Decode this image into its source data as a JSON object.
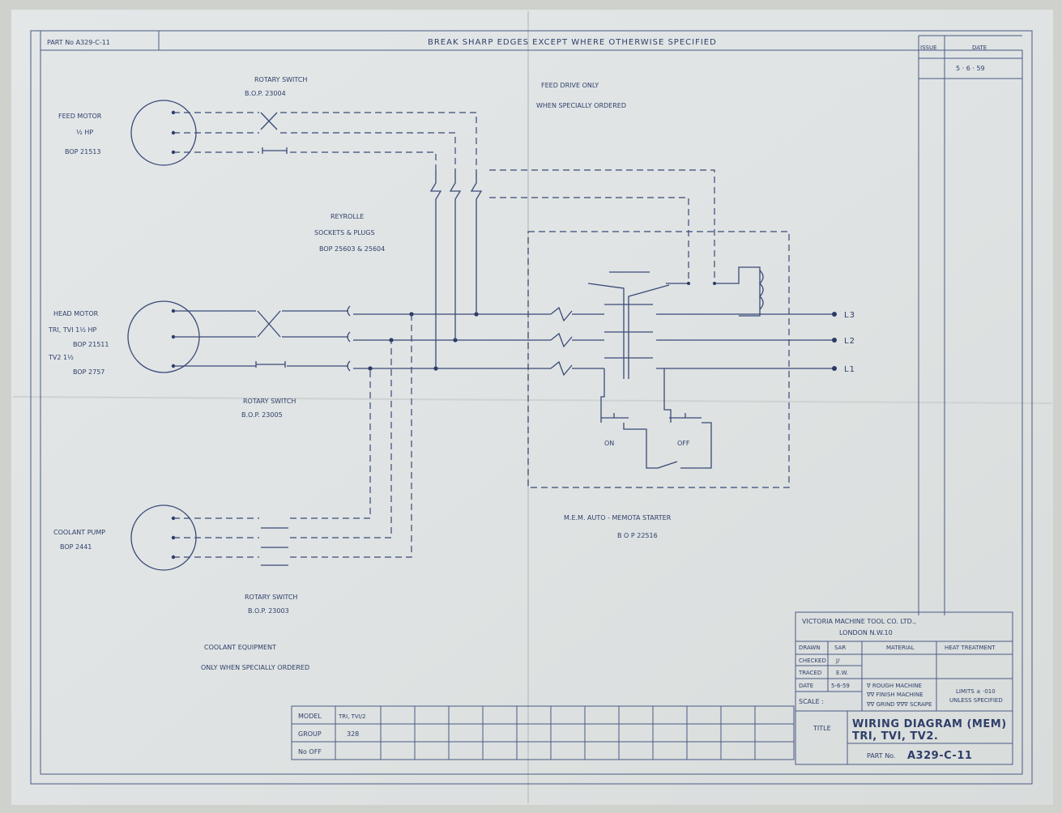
{
  "sheet": {
    "part_no_top": "PART No A329-C-11",
    "note_top": "BREAK SHARP EDGES EXCEPT WHERE OTHERWISE SPECIFIED",
    "issue_header": "ISSUE",
    "date_header": "DATE",
    "issue_date": "5 · 6 · 59"
  },
  "labels": {
    "feed_motor": "FEED MOTOR",
    "feed_motor_hp": "½ HP",
    "feed_motor_part": "BOP 21513",
    "rotary1_title": "ROTARY SWITCH",
    "rotary1_part": "B.O.P. 23004",
    "feed_drive_1": "FEED DRIVE ONLY",
    "feed_drive_2": "WHEN SPECIALLY ORDERED",
    "reyrolle_1": "REYROLLE",
    "reyrolle_2": "SOCKETS & PLUGS",
    "reyrolle_3": "BOP 25603 & 25604",
    "head_motor": "HEAD MOTOR",
    "head_motor_1": "TRI, TVI 1½ HP",
    "head_motor_1_part": "BOP 21511",
    "head_motor_2": "TV2 1½",
    "head_motor_2_part": "BOP 2757",
    "rotary2_title": "ROTARY SWITCH",
    "rotary2_part": "B.O.P. 23005",
    "line_l3": "L3",
    "line_l2": "L2",
    "line_l1": "L1",
    "on": "ON",
    "off": "OFF",
    "starter_1": "M.E.M. AUTO - MEMOTA STARTER",
    "starter_2": "B O P 22516",
    "coolant_pump": "COOLANT PUMP",
    "coolant_pump_part": "BOP 2441",
    "rotary3_title": "ROTARY SWITCH",
    "rotary3_part": "B.O.P. 23003",
    "coolant_eq_1": "COOLANT EQUIPMENT",
    "coolant_eq_2": "ONLY WHEN SPECIALLY ORDERED"
  },
  "title_block": {
    "company_1": "VICTORIA MACHINE TOOL CO. LTD.,",
    "company_2": "LONDON N.W.10",
    "drawn_label": "DRAWN",
    "drawn_value": "SAR",
    "checked_label": "CHECKED",
    "checked_value": "J/",
    "traced_label": "TRACED",
    "traced_value": "E.W.",
    "date_label": "DATE",
    "date_value": "5-6-59",
    "scale_label": "SCALE :",
    "material": "MATERIAL",
    "heat_treatment": "HEAT TREATMENT",
    "finish_1": "∇ ROUGH MACHINE",
    "finish_2": "∇∇ FINISH MACHINE",
    "finish_3": "∇∇ GRIND ∇∇∇ SCRAPE",
    "limits_1": "LIMITS ± ·010",
    "limits_2": "UNLESS SPECIFIED",
    "title_label": "TITLE",
    "title_1": "WIRING DIAGRAM (MEM)",
    "title_2": "TRI, TVI, TV2.",
    "part_label": "PART No.",
    "part_value": "A329-C-11"
  },
  "model_block": {
    "model_label": "MODEL",
    "model_value": "TRI, TVI/2",
    "group_label": "GROUP",
    "group_value": "328",
    "no_off_label": "No OFF"
  }
}
